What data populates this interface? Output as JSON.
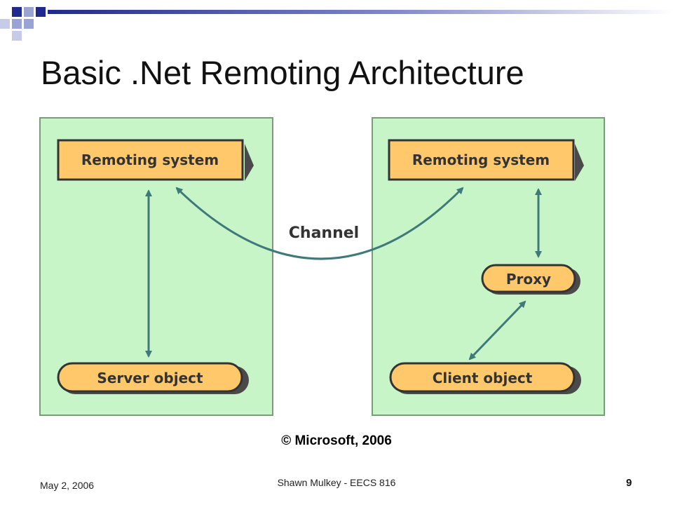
{
  "slide": {
    "title": "Basic .Net Remoting Architecture",
    "copyright": "© Microsoft, 2006",
    "footer_date": "May 2, 2006",
    "footer_center": "Shawn Mulkey - EECS 816",
    "page_number": "9"
  },
  "diagram": {
    "left_box": {
      "remoting_system": "Remoting system",
      "server_object": "Server object"
    },
    "right_box": {
      "remoting_system": "Remoting system",
      "proxy": "Proxy",
      "client_object": "Client object"
    },
    "channel_label": "Channel"
  },
  "colors": {
    "panel_fill": "#c8f5c8",
    "node_fill": "#ffc86b",
    "arrow": "#3f7a7a",
    "accent_dark": "#1e2b8c",
    "accent_light": "#9aa3d6"
  }
}
